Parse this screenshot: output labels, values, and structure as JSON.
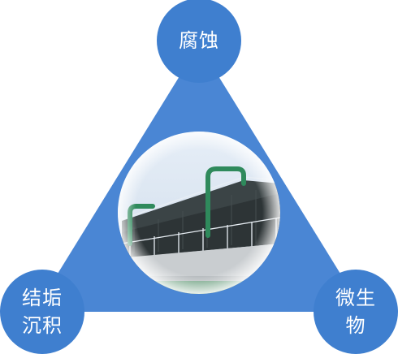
{
  "diagram": {
    "colors": {
      "triangle": "#4a86d4",
      "node": "#3f7fcf",
      "node_text": "#ffffff",
      "background": "#ffffff",
      "photo_sky": "#dce9f6",
      "photo_tower": "#2d3436",
      "photo_pipe": "#2f8a5c"
    },
    "nodes": {
      "top": {
        "label": "腐蚀"
      },
      "bottom_left": {
        "line1": "结垢",
        "line2": "沉积"
      },
      "bottom_right": {
        "line1": "微生",
        "line2": "物"
      }
    },
    "center_photo": {
      "subject": "cooling-tower-photo"
    }
  }
}
